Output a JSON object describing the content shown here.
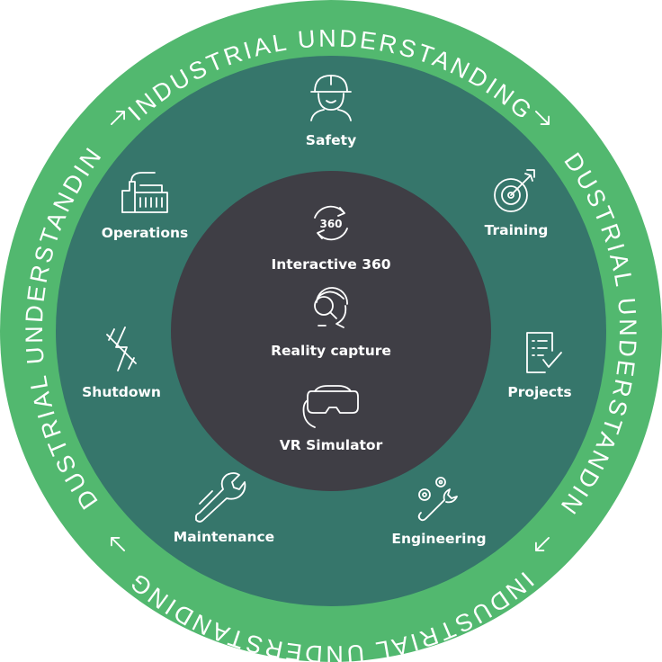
{
  "ring_text": "INDUSTRIAL UNDERSTANDING",
  "colors": {
    "outer_ring": "#52b86f",
    "middle_ring": "#36766b",
    "core": "#3f3e45",
    "text": "#ffffff"
  },
  "core_items": [
    {
      "label": "Interactive 360",
      "icon": "rotate-360-icon",
      "icon_text": "360"
    },
    {
      "label": "Reality capture",
      "icon": "inspector-magnifier-icon"
    },
    {
      "label": "VR Simulator",
      "icon": "vr-headset-icon"
    }
  ],
  "ring_items": [
    {
      "label": "Safety",
      "icon": "worker-hardhat-icon"
    },
    {
      "label": "Training",
      "icon": "target-arrow-icon"
    },
    {
      "label": "Projects",
      "icon": "checklist-icon"
    },
    {
      "label": "Engineering",
      "icon": "gears-wrench-icon"
    },
    {
      "label": "Maintenance",
      "icon": "wrench-icon"
    },
    {
      "label": "Shutdown",
      "icon": "power-off-icon"
    },
    {
      "label": "Operations",
      "icon": "factory-icon"
    }
  ]
}
